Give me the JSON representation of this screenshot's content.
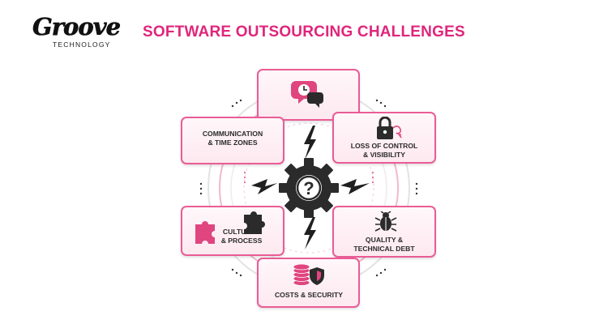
{
  "brand": {
    "name": "Groove",
    "sub": "TECHNOLOGY"
  },
  "title": "SOFTWARE OUTSOURCING CHALLENGES",
  "center": {
    "symbol": "?"
  },
  "cards": [
    {
      "label": "",
      "icon": "speech-bubble-clock-icon"
    },
    {
      "label": "COMMUNICATION\n& TIME ZONES",
      "icon": ""
    },
    {
      "label": "LOSS OF CONTROL\n& VISIBILITY",
      "icon": "padlock-keys-icon"
    },
    {
      "label": "CULTURAL\n& PROCESS",
      "icon": "puzzle-pieces-icon"
    },
    {
      "label": "QUALITY &\nTECHNICAL DEBT",
      "icon": "bug-icon"
    },
    {
      "label": "COSTS & SECURITY",
      "icon": "coins-shield-icon"
    }
  ],
  "colors": {
    "accent": "#e0257b",
    "card_border": "#ea5c95",
    "card_fill": "#fde9f0",
    "dark": "#2b2b2b"
  }
}
